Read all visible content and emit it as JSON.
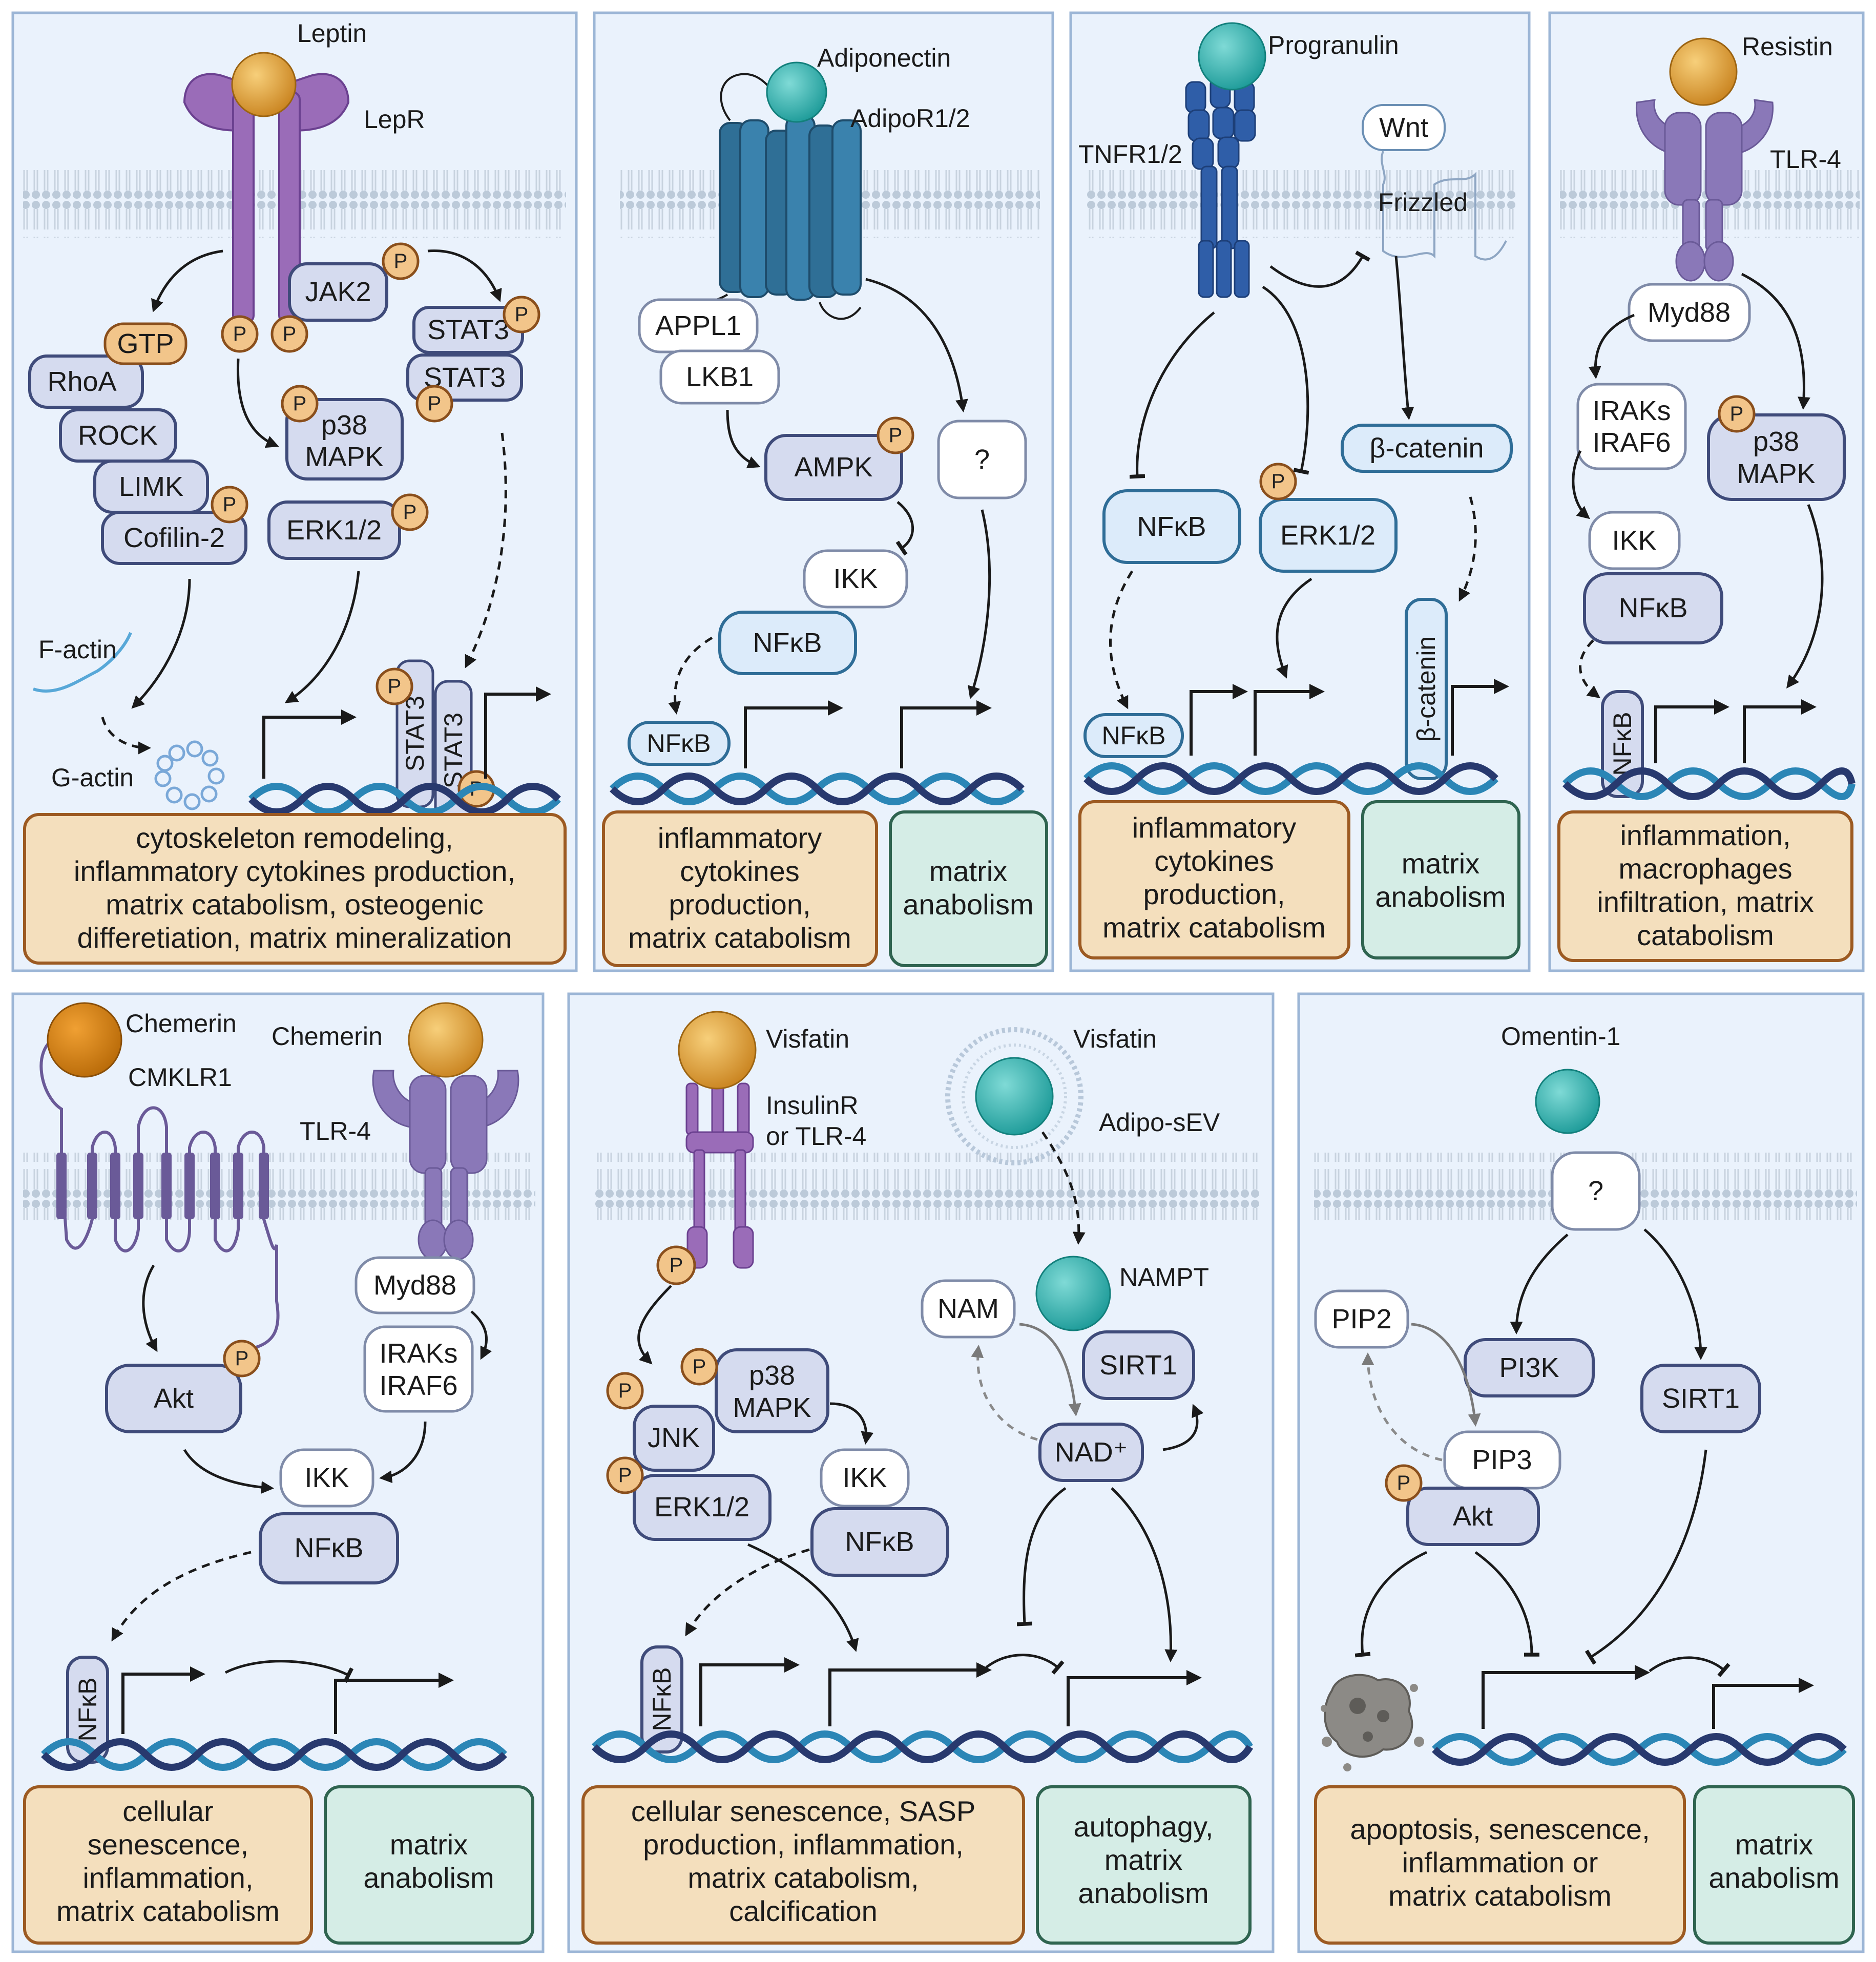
{
  "panels": {
    "leptin": {
      "ligand": "Leptin",
      "receptor": "LepR",
      "jak2": "JAK2",
      "gtp": "GTP",
      "rhoa": "RhoA",
      "rock": "ROCK",
      "limk": "LIMK",
      "cofilin": "Cofilin-2",
      "p38_line1": "p38",
      "p38_line2": "MAPK",
      "erk": "ERK1/2",
      "stat3": "STAT3",
      "factin": "F-actin",
      "gactin": "G-actin",
      "outcome": [
        "cytoskeleton remodeling,",
        "inflammatory cytokines production,",
        "matrix catabolism, osteogenic",
        "differetiation, matrix mineralization"
      ]
    },
    "adiponectin": {
      "ligand": "Adiponectin",
      "receptor": "AdipoR1/2",
      "appl1": "APPL1",
      "lkb1": "LKB1",
      "ampk": "AMPK",
      "unknown": "?",
      "ikk": "IKK",
      "nfkb": "NFκB",
      "nfkb_small": "NFκB",
      "outcome1": [
        "inflammatory",
        "cytokines",
        "production,",
        "matrix catabolism"
      ],
      "outcome2": [
        "matrix",
        "anabolism"
      ]
    },
    "progranulin": {
      "ligand": "Progranulin",
      "receptor": "TNFR1/2",
      "wnt": "Wnt",
      "frizzled": "Frizzled",
      "beta_catenin": "β-catenin",
      "nfkb": "NFκB",
      "erk": "ERK1/2",
      "nfkb_small": "NFκB",
      "beta_catenin_v": "β-catenin",
      "outcome1": [
        "inflammatory",
        "cytokines",
        "production,",
        "matrix catabolism"
      ],
      "outcome2": [
        "matrix",
        "anabolism"
      ]
    },
    "resistin": {
      "ligand": "Resistin",
      "receptor": "TLR-4",
      "myd88": "Myd88",
      "iraks_line1": "IRAKs",
      "iraks_line2": "IRAF6",
      "p38_line1": "p38",
      "p38_line2": "MAPK",
      "ikk": "IKK",
      "nfkb": "NFκB",
      "nfkb_v": "NFκB",
      "outcome": [
        "inflammation,",
        "macrophages",
        "infiltration, matrix",
        "catabolism"
      ]
    },
    "chemerin": {
      "ligand1": "Chemerin",
      "ligand2": "Chemerin",
      "receptor1": "CMKLR1",
      "receptor2": "TLR-4",
      "myd88": "Myd88",
      "iraks_line1": "IRAKs",
      "iraks_line2": "IRAF6",
      "akt": "Akt",
      "ikk": "IKK",
      "nfkb": "NFκB",
      "nfkb_v": "NFκB",
      "outcome1": [
        "cellular",
        "senescence,",
        "inflammation,",
        "matrix catabolism"
      ],
      "outcome2": [
        "matrix",
        "anabolism"
      ]
    },
    "visfatin": {
      "ligand1": "Visfatin",
      "ligand2": "Visfatin",
      "receptor_line1": "InsulinR",
      "receptor_line2": "or TLR-4",
      "vesicle": "Adipo-sEV",
      "nampt": "NAMPT",
      "nam": "NAM",
      "sirt1": "SIRT1",
      "nad": "NAD⁺",
      "p38_line1": "p38",
      "p38_line2": "MAPK",
      "jnk": "JNK",
      "erk": "ERK1/2",
      "ikk": "IKK",
      "nfkb": "NFκB",
      "nfkb_v": "NFκB",
      "outcome1": [
        "cellular senescence, SASP",
        "production, inflammation,",
        "matrix catabolism,",
        "calcification"
      ],
      "outcome2": [
        "autophagy,",
        "matrix",
        "anabolism"
      ]
    },
    "omentin": {
      "ligand": "Omentin-1",
      "unknown": "?",
      "pip2": "PIP2",
      "pi3k": "PI3K",
      "pip3": "PIP3",
      "akt": "Akt",
      "sirt1": "SIRT1",
      "outcome1": [
        "apoptosis, senescence,",
        "inflammation or",
        "matrix catabolism"
      ],
      "outcome2": [
        "matrix",
        "anabolism"
      ]
    }
  },
  "phospho_label": "P",
  "colors": {
    "panel_bg": "#eaf2fc",
    "panel_border": "#9cb6d6",
    "ligand_orange": "#e2a23f",
    "ligand_teal": "#2fb3b0",
    "leptin_receptor": "#9a6cb8",
    "adipor": "#2f6f96",
    "tnfr": "#2f5ea8",
    "tlr4": "#8a78b8",
    "outcome_catabolic": "#f4dfbd",
    "outcome_anabolic": "#d5ede6"
  }
}
